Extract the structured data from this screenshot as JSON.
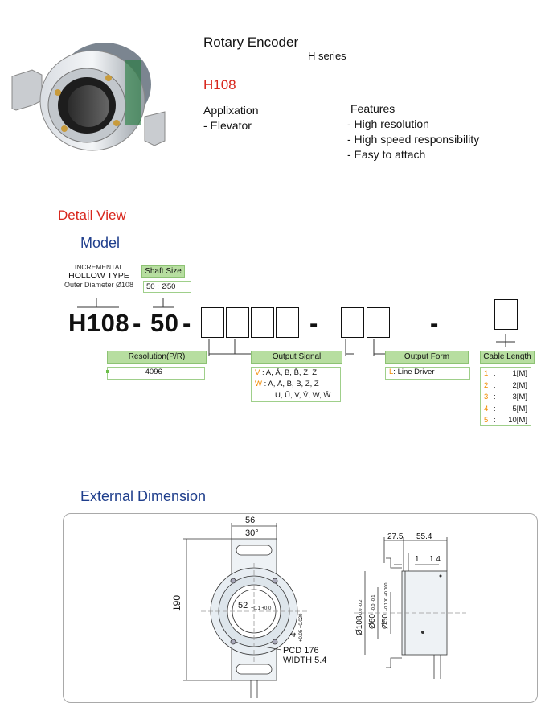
{
  "product": {
    "title": "Rotary Encoder",
    "series": "H series",
    "model": "H108",
    "application_heading": "Applixation",
    "application_items": [
      "- Elevator"
    ],
    "features_heading": "Features",
    "features_items": [
      "- High resolution",
      "- High speed responsibility",
      "- Easy to attach"
    ]
  },
  "detail": {
    "heading": "Detail View",
    "model_heading": "Model",
    "type_line1": "INCREMENTAL",
    "type_line2": "HOLLOW TYPE",
    "type_line3": "Outer Diameter Ø108",
    "shaft_tag": "Shaft Size",
    "shaft_value": "50 : Ø50",
    "code_prefix": "H108",
    "code_dash1": "-",
    "code_shaft": "50",
    "code_dash2": "-",
    "code_dash3": "-",
    "code_dash4": "-",
    "resolution_tag": "Resolution(P/R)",
    "resolution_value": "4096",
    "output_signal_tag": "Output Signal",
    "output_signal_v_key": "V",
    "output_signal_v_value": ": A, Ā, B, B̄, Z, Z",
    "output_signal_w_key": "W",
    "output_signal_w_value": ": A, Ā, B, B̄, Z, Z̄",
    "output_signal_w_value2": "U, Ū, V, V̄, W, W̄",
    "output_form_tag": "Output Form",
    "output_form_key": "L",
    "output_form_value": ": Line Driver",
    "cable_tag": "Cable Length",
    "cable_options": [
      {
        "key": "1",
        "value": "1[M]"
      },
      {
        "key": "2",
        "value": "2[M]"
      },
      {
        "key": "3",
        "value": "3[M]"
      },
      {
        "key": "4",
        "value": "5[M]"
      },
      {
        "key": "5",
        "value": "10[M]"
      }
    ]
  },
  "dimension": {
    "heading": "External Dimension",
    "d56": "56",
    "d30": "30°",
    "d190": "190",
    "d52": "52",
    "d52_tol": "+0.1 +0.0",
    "d4": "4",
    "d4_tol": "+0.05 +0.020",
    "pcd": "PCD 176",
    "width": "WIDTH 5.4",
    "d27_5": "27.5",
    "d55_4": "55.4",
    "d1": "1",
    "d1_4": "1.4",
    "d108": "Ø108",
    "d108_tol": "-0.0 -0.2",
    "d60": "Ø60",
    "d60_tol": "-0.0 -0.1",
    "d50": "Ø50",
    "d50_tol": "+0.100 +0.000"
  },
  "colors": {
    "accent_red": "#d8261c",
    "heading_blue": "#1f3e8c",
    "tag_green": "#b7dea0",
    "option_orange": "#f28b00"
  }
}
